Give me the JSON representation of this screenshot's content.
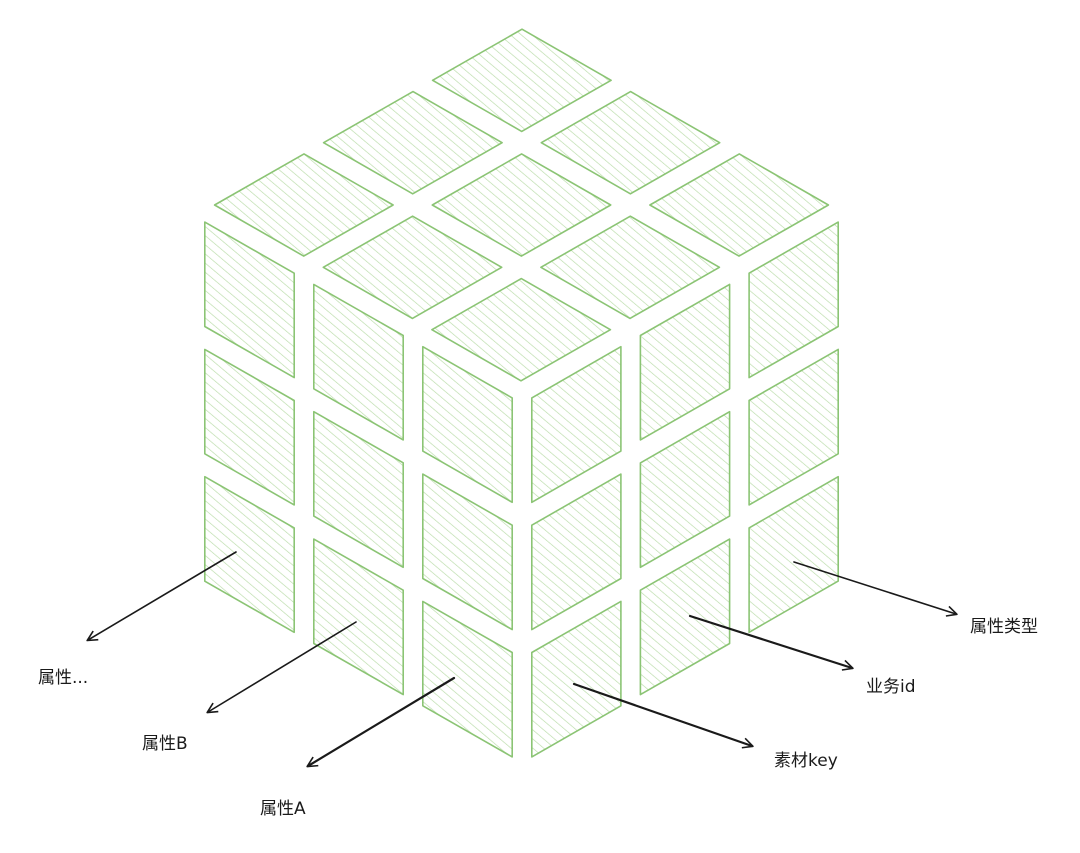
{
  "diagram": {
    "colors": {
      "tile_stroke": "#8bc474",
      "hatch": "#b9dca8",
      "arrow": "#1a1a1a",
      "text": "#1a1a1a"
    },
    "labels": {
      "attr_more": "属性...",
      "attr_b": "属性B",
      "attr_a": "属性A",
      "material_key": "素材key",
      "business_id": "业务id",
      "attr_type": "属性类型"
    }
  }
}
